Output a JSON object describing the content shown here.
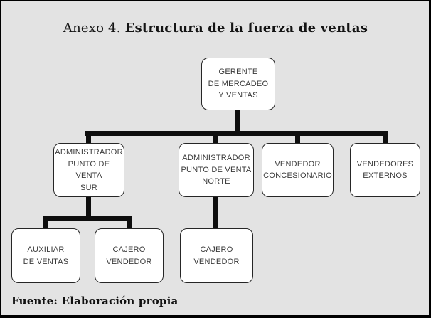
{
  "page": {
    "title_prefix": "Anexo 4. ",
    "title_main": "Estructura de la fuerza de ventas",
    "source_note": "Fuente: Elaboración propia"
  },
  "org_chart": {
    "nodes": {
      "gerente": "GERENTE\nDE MERCADEO\nY VENTAS",
      "admin_sur": "ADMINISTRADOR\nPUNTO DE VENTA\nSUR",
      "admin_norte": "ADMINISTRADOR\nPUNTO DE VENTA\nNORTE",
      "vendedor_concesionario": "VENDEDOR\nCONCESIONARIO",
      "vendedores_externos": "VENDEDORES\nEXTERNOS",
      "auxiliar_ventas": "AUXILIAR\nDE VENTAS",
      "cajero_vendedor_sur": "CAJERO\nVENDEDOR",
      "cajero_vendedor_norte": "CAJERO\nVENDEDOR"
    },
    "hierarchy": [
      {
        "parent": "gerente",
        "children": [
          "admin_sur",
          "admin_norte",
          "vendedor_concesionario",
          "vendedores_externos"
        ]
      },
      {
        "parent": "admin_sur",
        "children": [
          "auxiliar_ventas",
          "cajero_vendedor_sur"
        ]
      },
      {
        "parent": "admin_norte",
        "children": [
          "cajero_vendedor_norte"
        ]
      }
    ]
  },
  "colors": {
    "background": "#e3e3e3",
    "box_fill": "#ffffff",
    "box_border": "#262626",
    "box_text": "#3a3a3a",
    "connector": "#0e0e0e",
    "frame_border": "#000000",
    "title_text": "#141414"
  }
}
